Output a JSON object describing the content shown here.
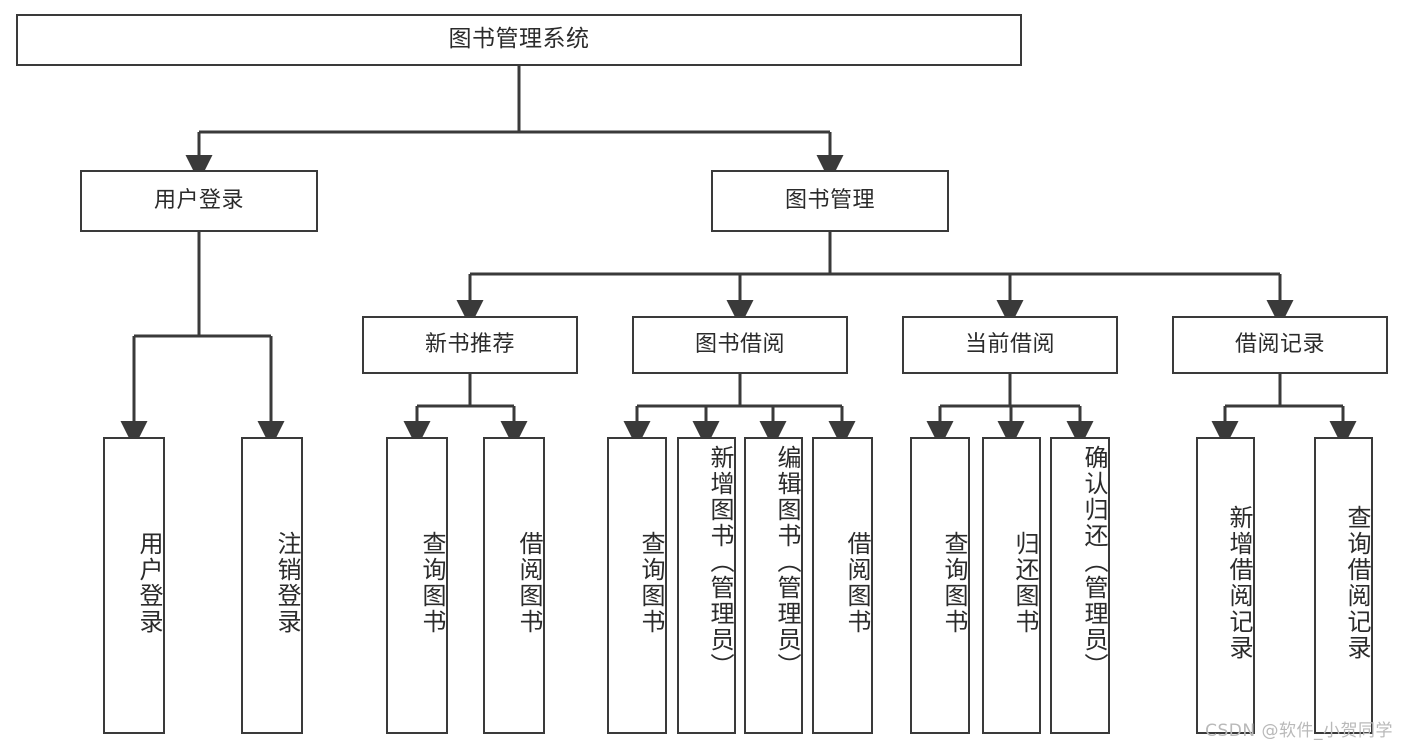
{
  "diagram": {
    "title": "图书管理系统",
    "type": "tree-hierarchy",
    "root": {
      "id": "root",
      "label": "图书管理系统"
    },
    "level1": [
      {
        "id": "user-login",
        "label": "用户登录"
      },
      {
        "id": "book-manage",
        "label": "图书管理"
      }
    ],
    "level2": [
      {
        "id": "new-book-recommend",
        "label": "新书推荐",
        "parent": "book-manage"
      },
      {
        "id": "book-borrow",
        "label": "图书借阅",
        "parent": "book-manage"
      },
      {
        "id": "current-borrow",
        "label": "当前借阅",
        "parent": "book-manage"
      },
      {
        "id": "borrow-record",
        "label": "借阅记录",
        "parent": "book-manage"
      }
    ],
    "leaves": [
      {
        "id": "leaf-user-login",
        "label": "用户登录",
        "parent": "user-login"
      },
      {
        "id": "leaf-user-logout",
        "label": "注销登录",
        "parent": "user-login"
      },
      {
        "id": "leaf-query-book-1",
        "label": "查询图书",
        "parent": "new-book-recommend"
      },
      {
        "id": "leaf-borrow-book-1",
        "label": "借阅图书",
        "parent": "new-book-recommend"
      },
      {
        "id": "leaf-query-book-2",
        "label": "查询图书",
        "parent": "book-borrow"
      },
      {
        "id": "leaf-add-book",
        "label": "新增图书（管理员）",
        "parent": "book-borrow"
      },
      {
        "id": "leaf-edit-book",
        "label": "编辑图书（管理员）",
        "parent": "book-borrow"
      },
      {
        "id": "leaf-borrow-book-2",
        "label": "借阅图书",
        "parent": "book-borrow"
      },
      {
        "id": "leaf-query-book-3",
        "label": "查询图书",
        "parent": "current-borrow"
      },
      {
        "id": "leaf-return-book",
        "label": "归还图书",
        "parent": "current-borrow"
      },
      {
        "id": "leaf-confirm-return",
        "label": "确认归还（管理员）",
        "parent": "current-borrow"
      },
      {
        "id": "leaf-add-record",
        "label": "新增借阅记录",
        "parent": "borrow-record"
      },
      {
        "id": "leaf-query-record",
        "label": "查询借阅记录",
        "parent": "borrow-record"
      }
    ]
  },
  "watermark": {
    "text": "CSDN @软件_小贺同学"
  },
  "colors": {
    "border": "#3a3a3a",
    "text": "#2b2b2b",
    "background": "#ffffff",
    "watermark": "#b9b9b9"
  }
}
